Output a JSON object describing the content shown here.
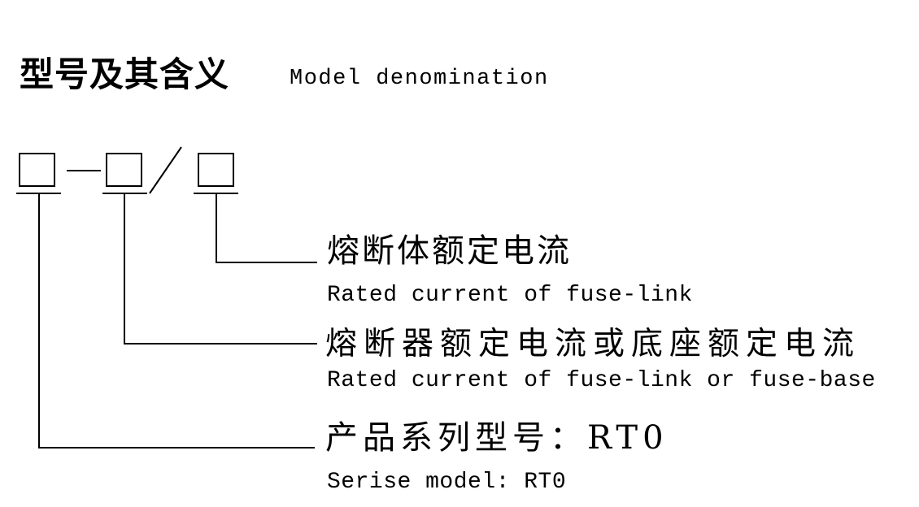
{
  "heading": {
    "title_cn": "型号及其含义",
    "title_en": "Model denomination"
  },
  "symbol": {
    "boxes": [
      {
        "name": "series-code-box",
        "value": ""
      },
      {
        "name": "fuse-rated-current-box",
        "value": ""
      },
      {
        "name": "fuse-link-rated-current-box",
        "value": ""
      }
    ],
    "separators": {
      "dash": "—",
      "slash": "/"
    }
  },
  "callouts": [
    {
      "id": "fuse-link-rated-current",
      "cn": "熔断体额定电流",
      "en": "Rated current of fuse-link"
    },
    {
      "id": "fuse-or-base-rated-current",
      "cn": "熔断器额定电流或底座额定电流",
      "en": "Rated current of fuse-link or fuse-base"
    },
    {
      "id": "series-model",
      "cn": "产品系列型号：RT0",
      "en": "Serise model: RT0"
    }
  ],
  "colors": {
    "ink": "#000000",
    "paper": "#ffffff"
  }
}
